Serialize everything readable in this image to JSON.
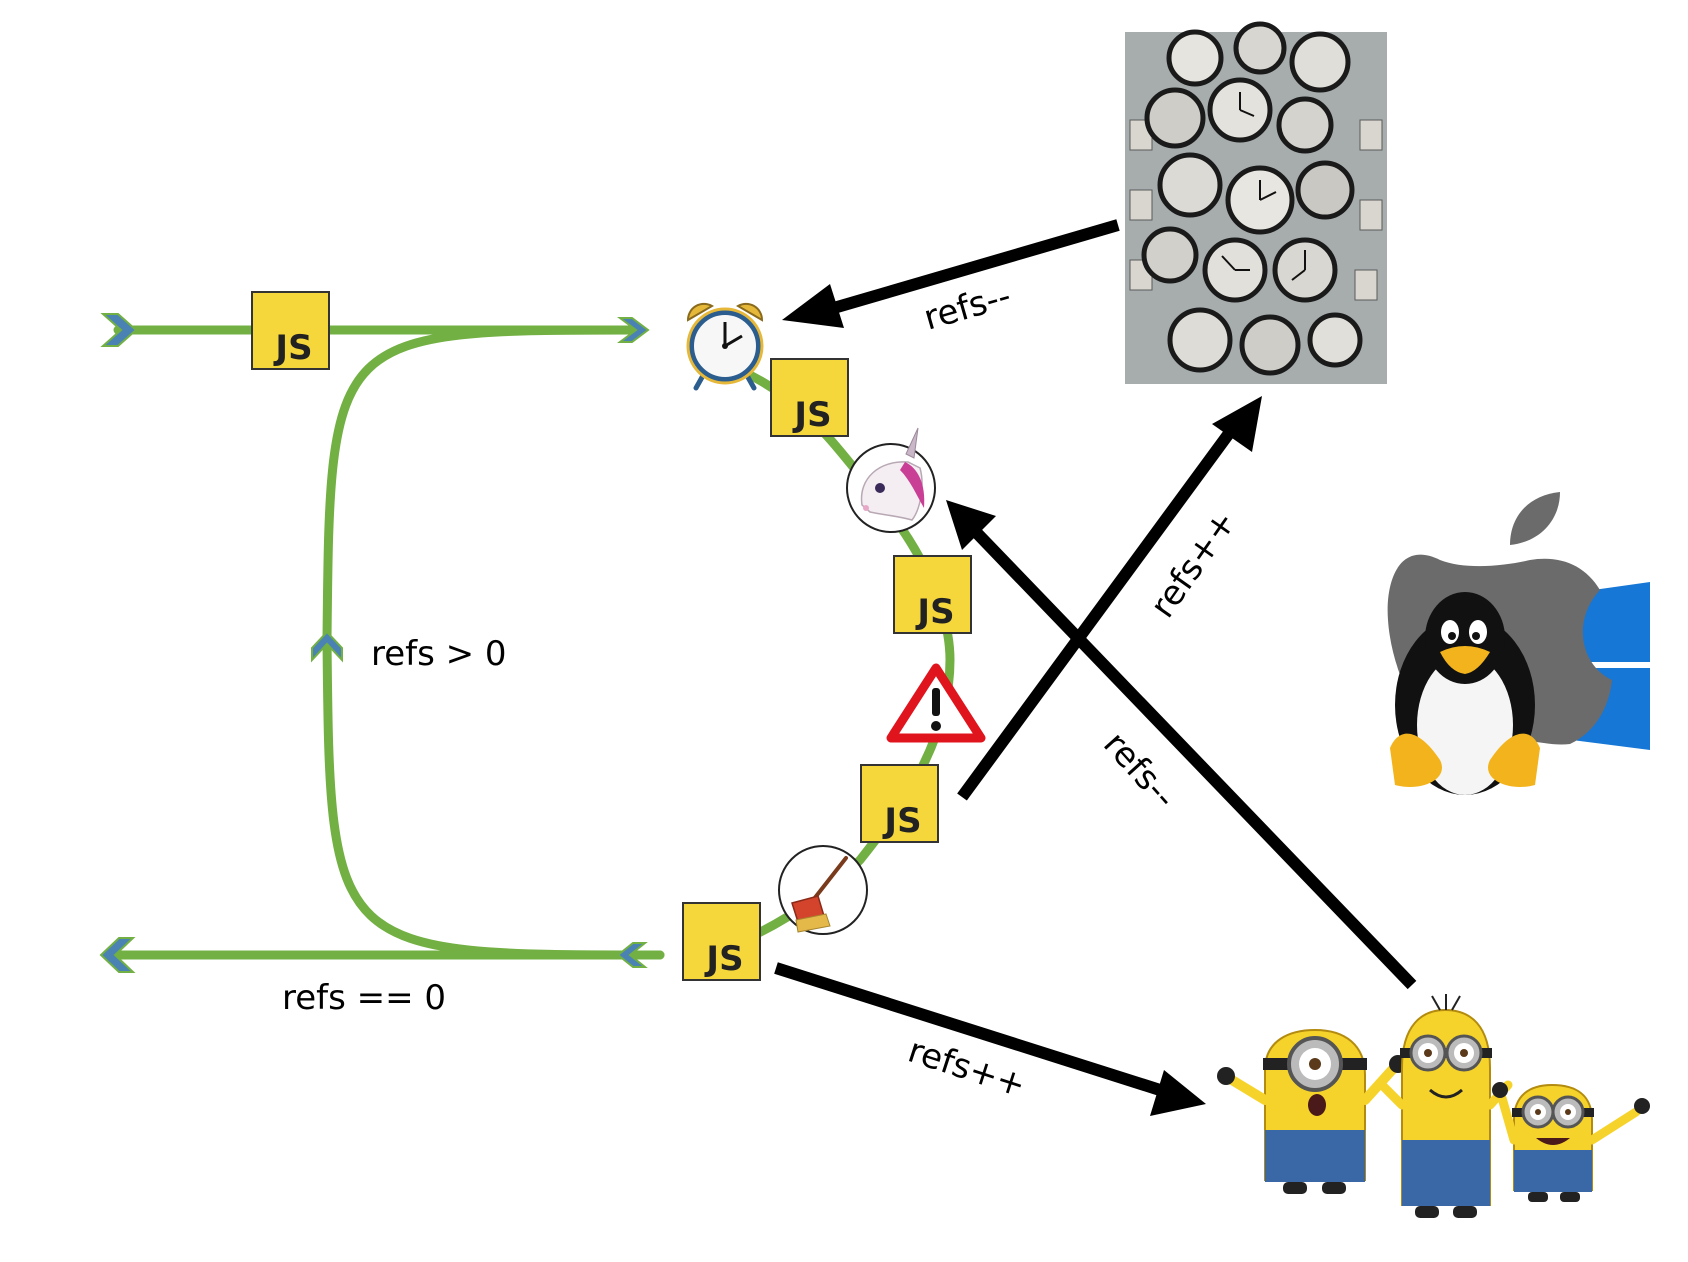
{
  "diagram": {
    "labels": {
      "loop_condition": "refs > 0",
      "exit_condition": "refs == 0",
      "timers_to_loop": "refs--",
      "loop_to_timers": "refs++",
      "workers_to_loop": "refs--",
      "loop_to_workers": "refs++"
    },
    "js_badge_text": "JS",
    "icons": [
      "alarm-clock-icon",
      "unicorn-icon",
      "warning-icon",
      "broom-icon",
      "clocks-photo",
      "os-logos",
      "minions-image"
    ],
    "colors": {
      "loop_track": "#72b043",
      "js_badge": "#f5d73b",
      "arrow": "#000000",
      "warning_red": "#e0141d",
      "chevron": "#4a82b4"
    }
  }
}
